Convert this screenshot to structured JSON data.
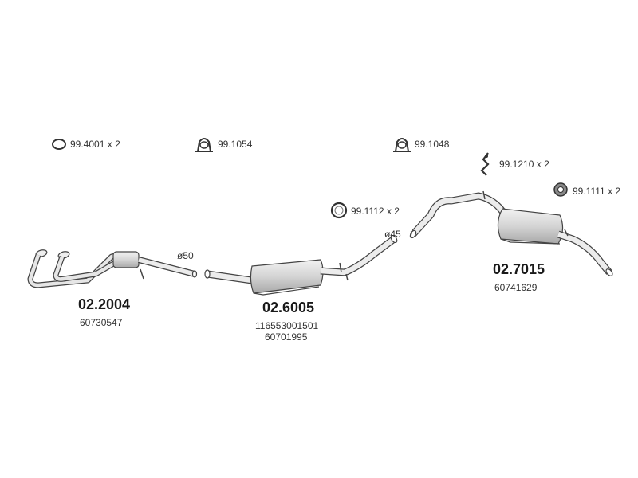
{
  "accessories": [
    {
      "code": "99.4001",
      "qty": "x 2",
      "icon": "ring-clamp-icon"
    },
    {
      "code": "99.1054",
      "qty": "",
      "icon": "u-clamp-icon"
    },
    {
      "code": "99.1048",
      "qty": "",
      "icon": "u-clamp-icon"
    },
    {
      "code": "99.1210",
      "qty": "x 2",
      "icon": "hanger-bracket-icon"
    },
    {
      "code": "99.1111",
      "qty": "x 2",
      "icon": "rubber-mount-icon"
    },
    {
      "code": "99.1112",
      "qty": "x 2",
      "icon": "gasket-ring-icon"
    }
  ],
  "diameters": {
    "d50": "ø50",
    "d45": "ø45"
  },
  "parts": [
    {
      "number": "02.2004",
      "refs": [
        "60730547"
      ]
    },
    {
      "number": "02.6005",
      "refs": [
        "116553001501",
        "60701995"
      ]
    },
    {
      "number": "02.7015",
      "refs": [
        "60741629"
      ]
    }
  ],
  "colors": {
    "line": "#555555",
    "shade": "#d9d9d9",
    "text": "#333333"
  }
}
